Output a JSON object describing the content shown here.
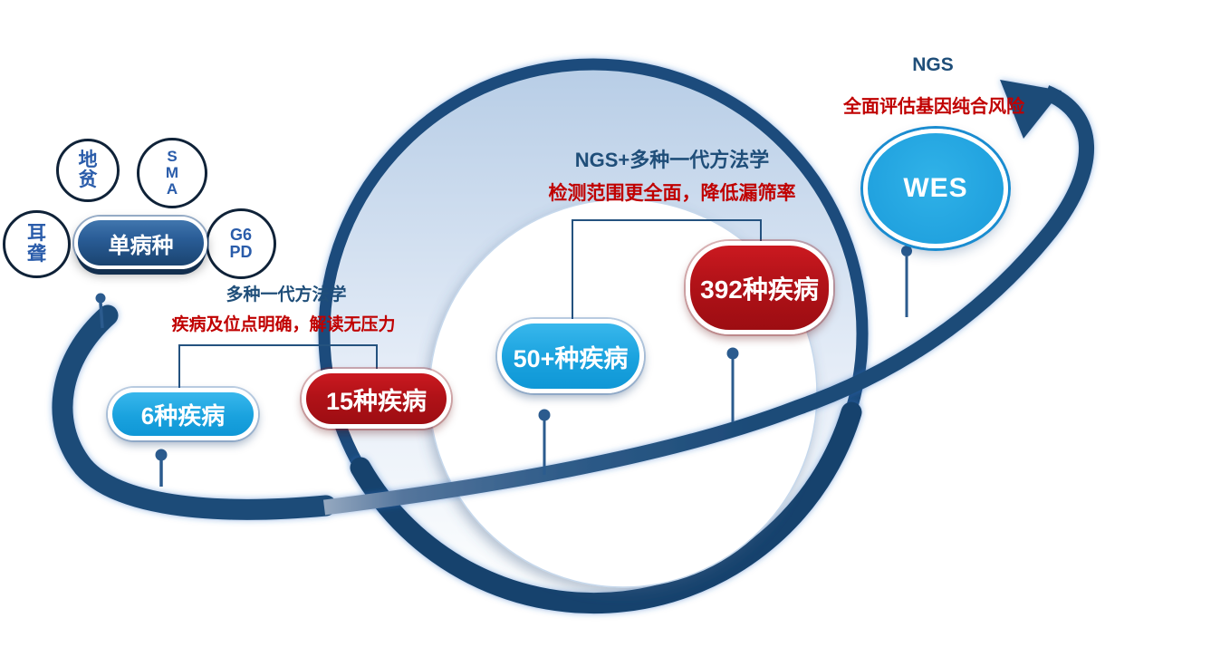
{
  "diagram": {
    "title_semantics": "genetic screening methods comparison orbit diagram",
    "left_group": {
      "satellites": [
        {
          "name": "thalassemia",
          "lines": [
            "地",
            "贫"
          ]
        },
        {
          "name": "sma",
          "lines": [
            "S",
            "M",
            "A"
          ]
        },
        {
          "name": "deafness",
          "lines": [
            "耳",
            "聋"
          ]
        },
        {
          "name": "g6pd",
          "lines": [
            "G6",
            "PD"
          ]
        }
      ],
      "hub_label": "单病种",
      "method_label": "多种一代方法学",
      "benefit_label": "疾病及位点明确，解读无压力",
      "pill_blue": "6种疾病",
      "pill_red": "15种疾病"
    },
    "center_group": {
      "method_label": "NGS+多种一代方法学",
      "benefit_label": "检测范围更全面，降低漏筛率",
      "pill_blue": "50+种疾病",
      "pill_red": "392种疾病"
    },
    "right_group": {
      "method_label": "NGS",
      "benefit_label": "全面评估基因纯合风险",
      "node_label": "WES"
    },
    "colors": {
      "navy_text": "#1f4e79",
      "red_text": "#c00000",
      "swoosh_navy": "#1d4b78",
      "satellite_ring": "#0f2238",
      "satellite_text": "#2a5caa",
      "pill_blue_top": "#38b7ec",
      "pill_blue_bottom": "#0f97d6",
      "pill_red_top": "#cb1920",
      "pill_red_bottom": "#9d0d12",
      "hub_top": "#4176ae",
      "hub_bottom": "#1a4470",
      "wes_fill": "#23a4e0",
      "big_circle_top": "#b7cde6",
      "big_circle_bottom": "#ffffff"
    }
  }
}
